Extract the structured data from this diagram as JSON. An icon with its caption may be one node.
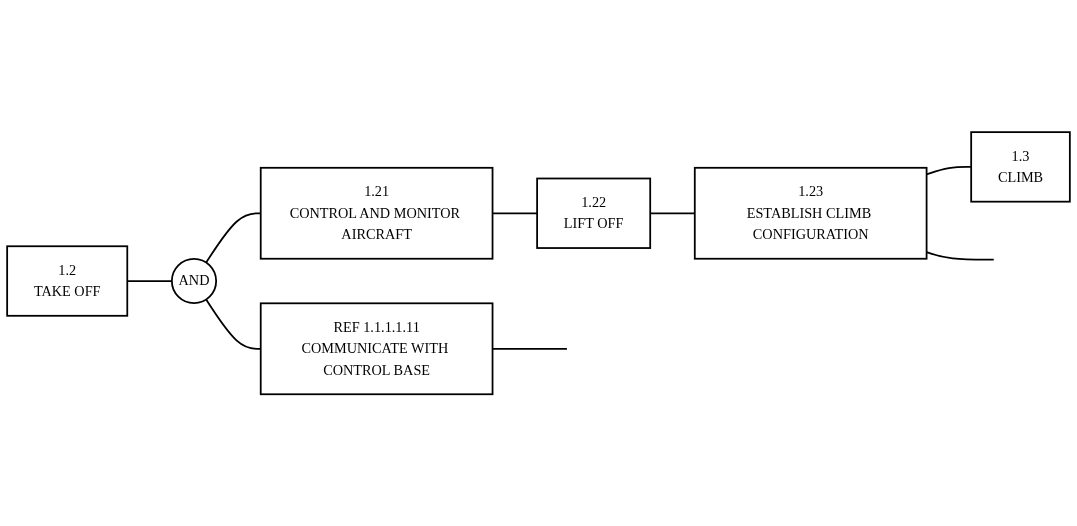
{
  "diagram": {
    "nodes": [
      {
        "text": [
          "1.2",
          "TAKE OFF"
        ]
      },
      {
        "text": [
          "1.3",
          "CLIMB"
        ]
      },
      {
        "text": [],
        "shape": "circle"
      },
      {
        "text": [
          "1.21",
          "CONTROL AND MONITOR AIRCRAFT"
        ]
      },
      {
        "text": [
          "1.22",
          "LIFT OFF"
        ]
      },
      {
        "text": [
          "1.23",
          "ESTABLISH CLIMB CONFIGURATION"
        ]
      },
      {
        "text": [
          "REF 1.1.1.1.11",
          "COMMUNICATE WITH CONTROL BASE"
        ]
      }
    ],
    "edges": [
      {
        "from": 0,
        "to": 2,
        "arrow": "none"
      },
      {
        "from": 2,
        "to": 3,
        "arrow": "none"
      },
      {
        "from": 3,
        "to": 4,
        "arrow": "none"
      },
      {
        "from": 4,
        "to": 5,
        "arrow": "none"
      },
      {
        "from": 5,
        "to": 1,
        "arrow": "none"
      },
      {
        "from": 5,
        "to": null,
        "arrow": "none"
      },
      {
        "from": 2,
        "to": 6,
        "arrow": "none"
      },
      {
        "from": 6,
        "to": null,
        "arrow": "none"
      }
    ],
    "labels": [
      "AND"
    ]
  }
}
